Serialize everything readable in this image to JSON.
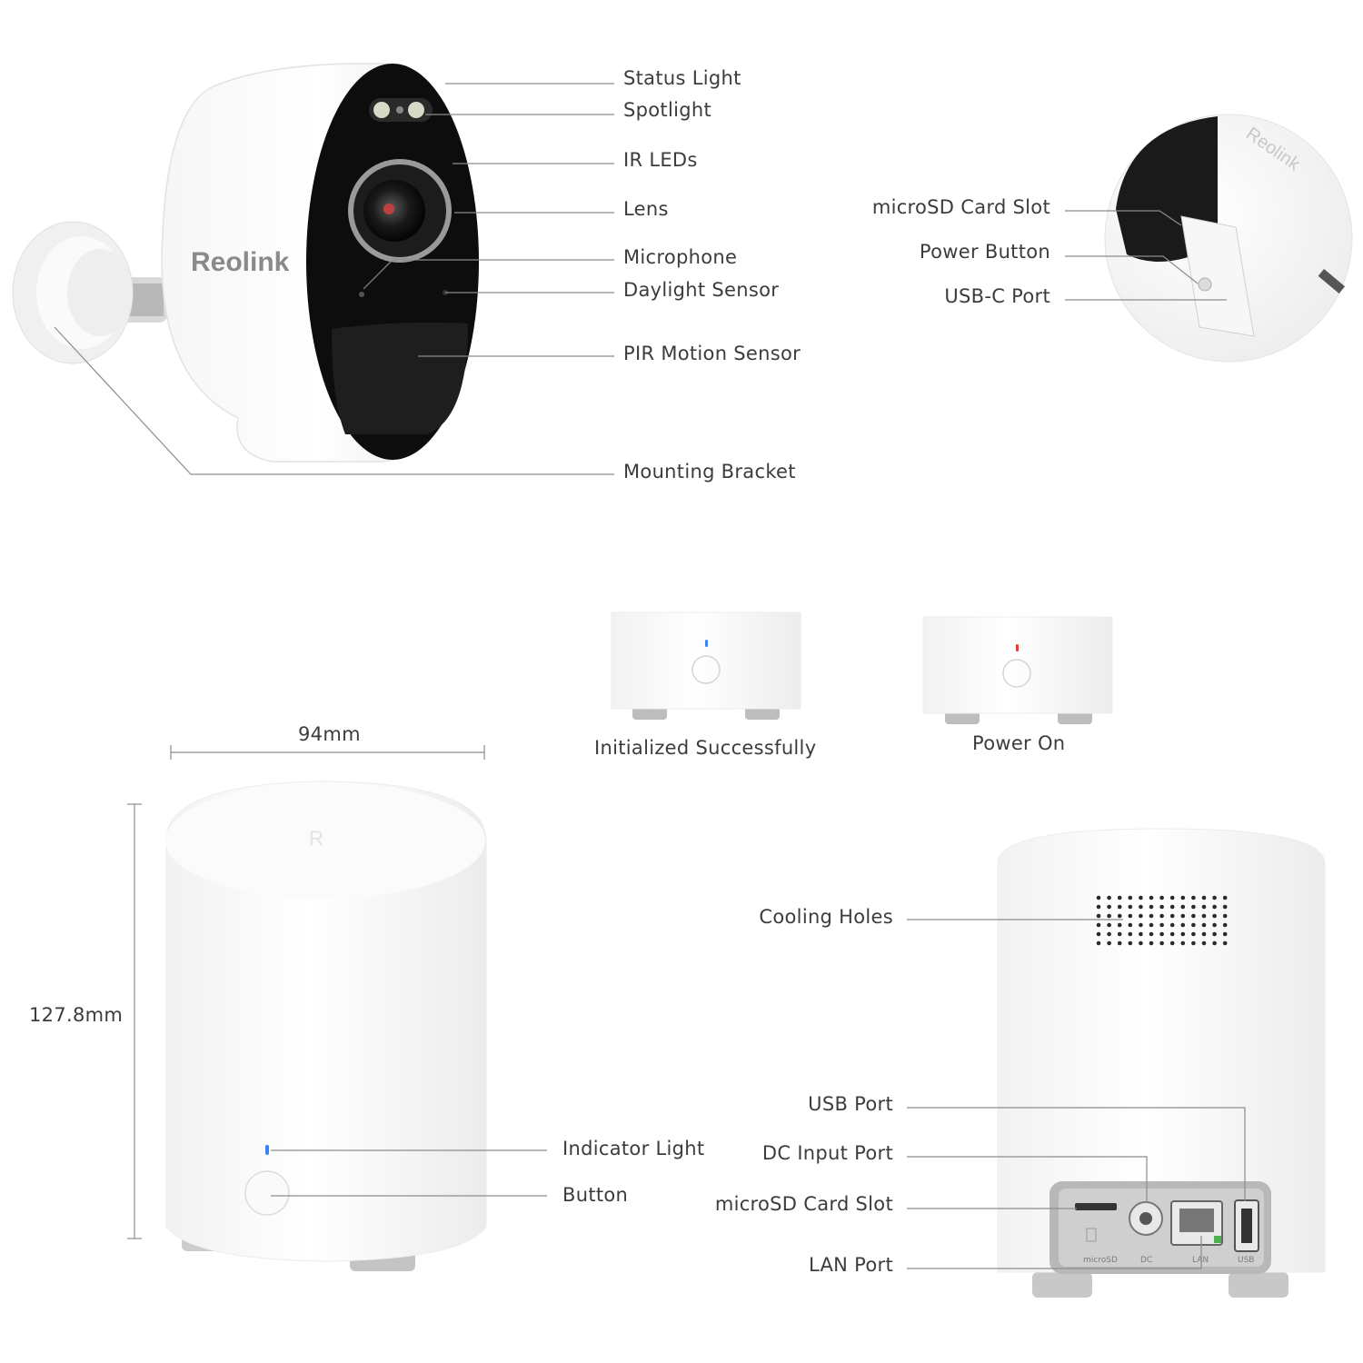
{
  "camera": {
    "brand": "Reolink",
    "labels": {
      "status_light": "Status Light",
      "spotlight": "Spotlight",
      "ir_leds": "IR LEDs",
      "lens": "Lens",
      "microphone": "Microphone",
      "daylight_sensor": "Daylight Sensor",
      "pir_motion_sensor": "PIR Motion Sensor",
      "mounting_bracket": "Mounting Bracket"
    }
  },
  "camera_side_detail": {
    "brand": "Reolink",
    "labels": {
      "microsd_card_slot": "microSD Card Slot",
      "power_button": "Power Button",
      "usbc_port": "USB-C Port"
    }
  },
  "hub_states": {
    "initialized": {
      "label": "Initialized Successfully",
      "indicator_color": "#3b82f6"
    },
    "power_on": {
      "label": "Power On",
      "indicator_color": "#e53935"
    }
  },
  "hub_front": {
    "width_label": "94mm",
    "height_label": "127.8mm",
    "labels": {
      "indicator_light": "Indicator Light",
      "button": "Button"
    },
    "indicator_color": "#3b82f6"
  },
  "hub_back": {
    "labels": {
      "cooling_holes": "Cooling Holes",
      "usb_port": "USB Port",
      "dc_input_port": "DC Input Port",
      "microsd_card_slot": "microSD Card Slot",
      "lan_port": "LAN Port"
    },
    "port_legends": {
      "microsd": "microSD",
      "dc": "DC",
      "lan": "LAN",
      "usb": "USB"
    }
  }
}
